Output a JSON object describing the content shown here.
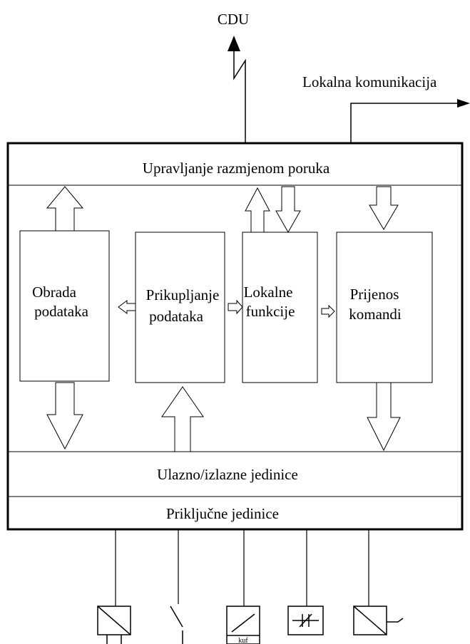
{
  "external": {
    "cdu_label": "CDU",
    "local_comm_label": "Lokalna komunikacija"
  },
  "layers": {
    "message_exchange": "Upravljanje razmjenom poruka",
    "io_units": "Ulazno/izlazne jedinice",
    "connection_units": "Priključne jedinice"
  },
  "blocks": {
    "data_processing": {
      "line1": "Obrada",
      "line2": "podataka"
    },
    "data_acquisition": {
      "line1": "Prikupljanje",
      "line2": "podataka"
    },
    "local_functions": {
      "line1": "Lokalne",
      "line2": "funkcije"
    },
    "command_transfer": {
      "line1": "Prijenos",
      "line2": "komandi"
    }
  },
  "field_devices": {
    "relay_label": "kuf",
    "icons": [
      "transducer-icon",
      "switch-contact-icon",
      "measuring-transducer-icon",
      "variable-resistor-icon",
      "actuator-icon"
    ]
  },
  "colors": {
    "line": "#000000",
    "background": "#ffffff"
  }
}
